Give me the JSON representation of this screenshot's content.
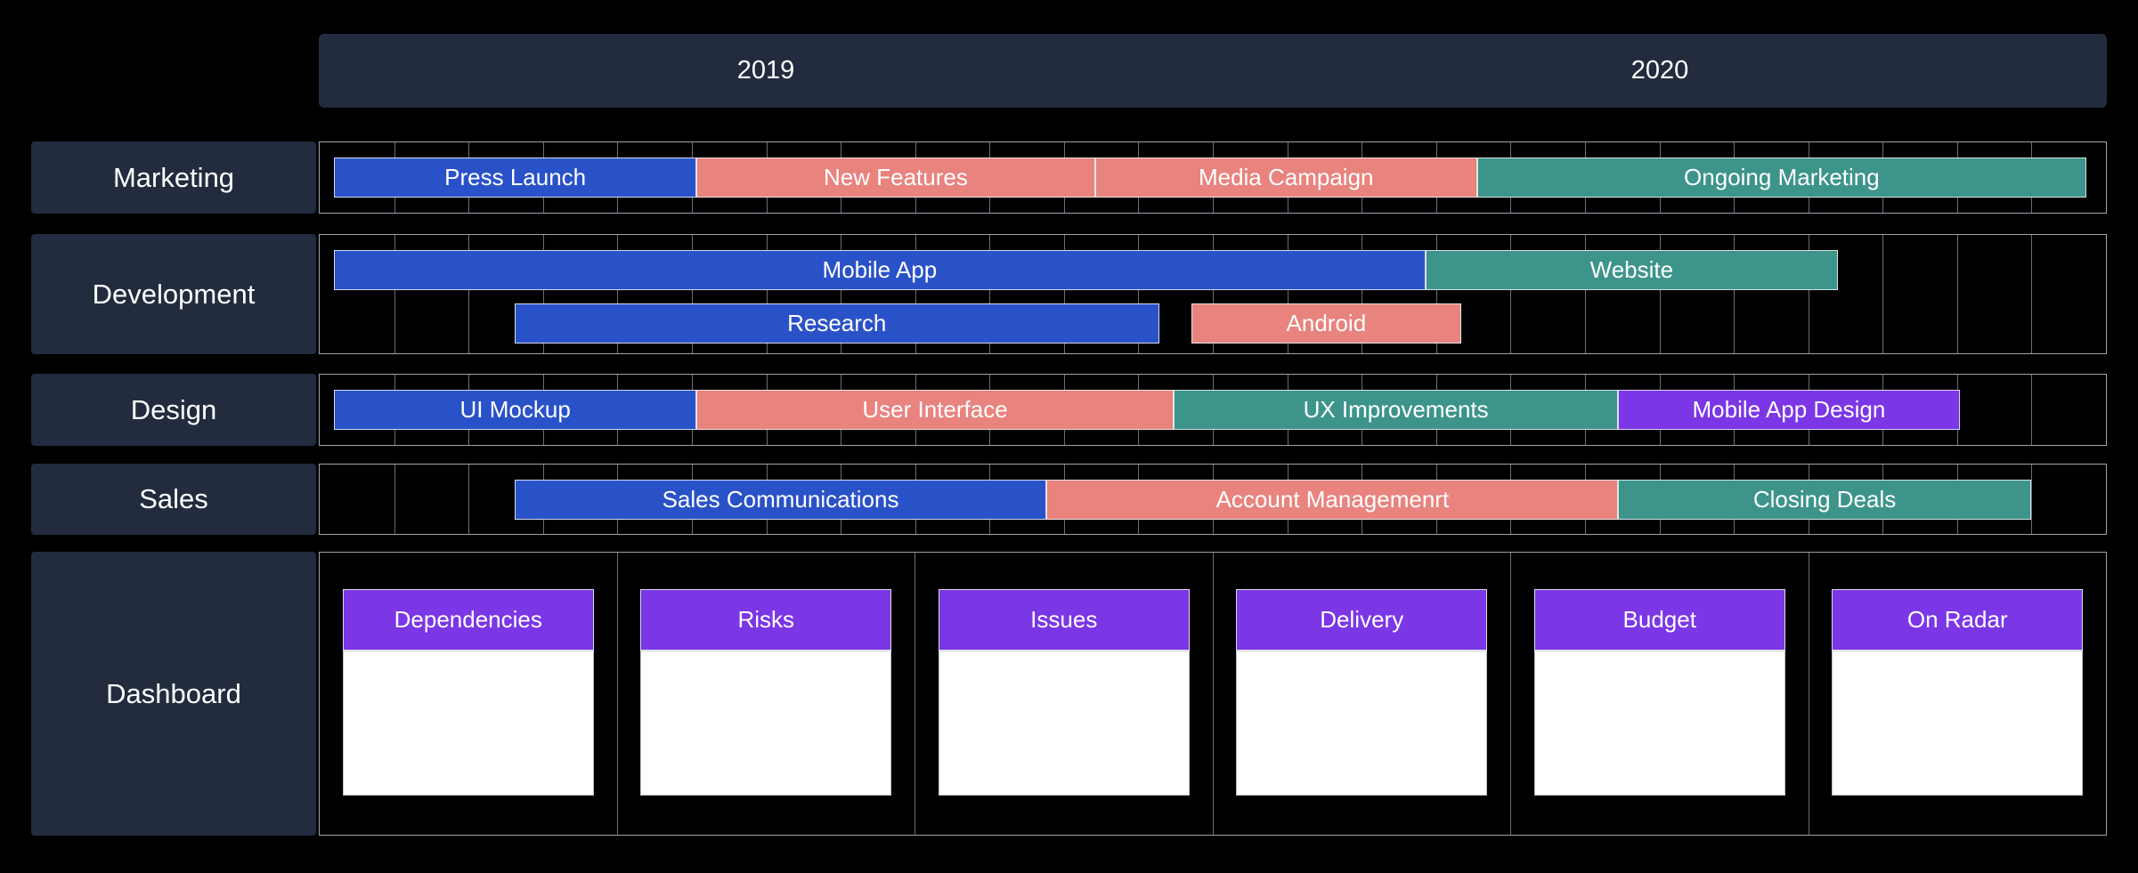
{
  "colors": {
    "background": "#000000",
    "panel": "#222c3e",
    "grid_line": "#9ba4af",
    "text": "#ffffff",
    "blue": "#2a52c8",
    "salmon": "#e8837e",
    "teal": "#3d948a",
    "purple": "#7b36e6",
    "card_body": "#ffffff"
  },
  "chart_data": {
    "type": "bar",
    "subtype": "gantt-roadmap-timeline",
    "title": "",
    "legend": "none",
    "grid": "vertical-lines-on",
    "timeline": {
      "year_labels": [
        "2019",
        "2020"
      ],
      "columns": 24,
      "column_unit": "month",
      "range_note": "timeline spans Jan 2019 - Dec 2020; bar positions given as percent of timeline width"
    },
    "groups": [
      {
        "name": "Marketing",
        "lanes": [
          [
            {
              "task": "Press Launch",
              "color": "blue",
              "start_pct": 0.8,
              "end_pct": 21.1
            },
            {
              "task": "New Features",
              "color": "salmon",
              "start_pct": 21.1,
              "end_pct": 43.4
            },
            {
              "task": "Media Campaign",
              "color": "salmon",
              "start_pct": 43.4,
              "end_pct": 64.8
            },
            {
              "task": "Ongoing Marketing",
              "color": "teal",
              "start_pct": 64.8,
              "end_pct": 98.9
            }
          ]
        ]
      },
      {
        "name": "Development",
        "lanes": [
          [
            {
              "task": "Mobile App",
              "color": "blue",
              "start_pct": 0.8,
              "end_pct": 61.9
            },
            {
              "task": "Website",
              "color": "teal",
              "start_pct": 61.9,
              "end_pct": 85.0
            }
          ],
          [
            {
              "task": "Research",
              "color": "blue",
              "start_pct": 10.9,
              "end_pct": 47.0
            },
            {
              "task": "Android",
              "color": "salmon",
              "start_pct": 48.8,
              "end_pct": 63.9
            }
          ]
        ]
      },
      {
        "name": "Design",
        "lanes": [
          [
            {
              "task": "UI Mockup",
              "color": "blue",
              "start_pct": 0.8,
              "end_pct": 21.1
            },
            {
              "task": "User Interface",
              "color": "salmon",
              "start_pct": 21.1,
              "end_pct": 47.8
            },
            {
              "task": "UX Improvements",
              "color": "teal",
              "start_pct": 47.8,
              "end_pct": 72.7
            },
            {
              "task": "Mobile App Design",
              "color": "purple",
              "start_pct": 72.7,
              "end_pct": 91.8
            }
          ]
        ]
      },
      {
        "name": "Sales",
        "lanes": [
          [
            {
              "task": "Sales Communications",
              "color": "blue",
              "start_pct": 10.9,
              "end_pct": 40.7
            },
            {
              "task": "Account Managemenrt",
              "color": "salmon",
              "start_pct": 40.7,
              "end_pct": 72.7
            },
            {
              "task": "Closing Deals",
              "color": "teal",
              "start_pct": 72.7,
              "end_pct": 95.8
            }
          ]
        ]
      }
    ],
    "dashboard": {
      "name": "Dashboard",
      "cards": [
        "Dependencies",
        "Risks",
        "Issues",
        "Delivery",
        "Budget",
        "On Radar"
      ]
    }
  }
}
